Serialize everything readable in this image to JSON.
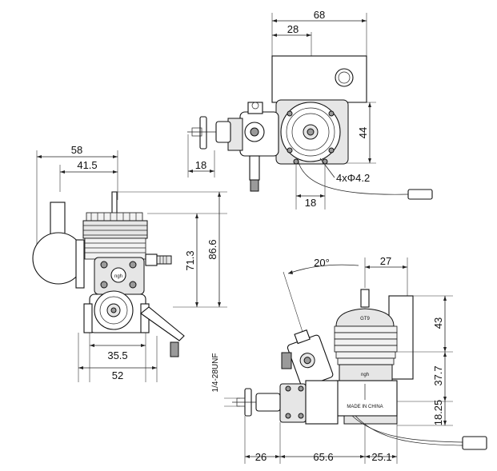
{
  "top_view": {
    "width_total": "68",
    "width_left": "28",
    "height": "44",
    "prop_offset": "18",
    "mount_spacing": "18",
    "mount_holes": "4xΦ4.2"
  },
  "front_view": {
    "width_total": "58",
    "width_partial": "41.5",
    "height_total": "86.6",
    "height_partial": "71.3",
    "mount_width": "35.5",
    "base_width": "52"
  },
  "side_view": {
    "angle": "20°",
    "muffler_offset": "27",
    "head_height": "43",
    "mid_height": "37.7",
    "base_height": "18.25",
    "thread": "1/4-28UNF",
    "len_front": "26",
    "len_mid": "65.6",
    "len_rear": "25.1",
    "model": "GT9",
    "brand": "ngh",
    "origin": "MADE IN CHINA"
  },
  "colors": {
    "line": "#111111",
    "fill_light": "#e6e6e6",
    "fill_dark": "#9a9a9a"
  }
}
